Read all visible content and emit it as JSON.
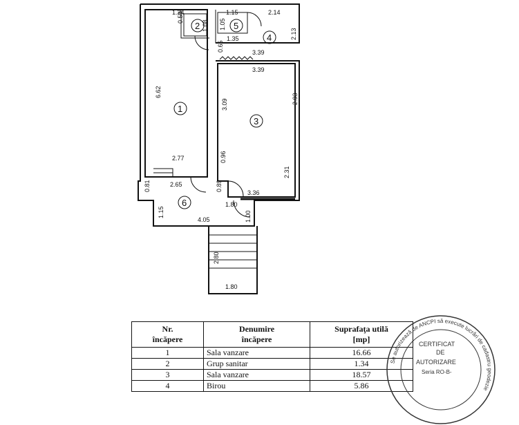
{
  "rooms_plan": [
    {
      "id": "room-1",
      "label": "1"
    },
    {
      "id": "room-2",
      "label": "2"
    },
    {
      "id": "room-3",
      "label": "3"
    },
    {
      "id": "room-4",
      "label": "4"
    },
    {
      "id": "room-5",
      "label": "5"
    },
    {
      "id": "room-6",
      "label": "6"
    }
  ],
  "dimensions": {
    "d_124": "1.24",
    "d_058": "0.58",
    "d_108": "1.08",
    "d_115": "1.15",
    "d_105": "1.05",
    "d_214": "2.14",
    "d_213": "2.13",
    "d_135": "1.35",
    "d_065": "0.65",
    "d_339a": "3.39",
    "d_339b": "3.39",
    "d_662": "6.62",
    "d_309": "3.09",
    "d_293": "2.93",
    "d_277": "2.77",
    "d_096": "0.96",
    "d_231": "2.31",
    "d_081": "0.81",
    "d_265": "2.65",
    "d_089": "0.89",
    "d_336": "3.36",
    "d_180a": "1.80",
    "d_100": "1.00",
    "d_115b": "1.15",
    "d_405": "4.05",
    "d_280": "2.80",
    "d_180b": "1.80"
  },
  "table": {
    "headers": [
      [
        "Nr.",
        "încăpere"
      ],
      [
        "Denumire",
        "încăpere"
      ],
      [
        "Suprafaţa utilă",
        "[mp]"
      ]
    ],
    "rows": [
      {
        "nr": "1",
        "name": "Sala vanzare",
        "area": "16.66"
      },
      {
        "nr": "2",
        "name": "Grup sanitar",
        "area": "1.34"
      },
      {
        "nr": "3",
        "name": "Sala vanzare",
        "area": "18.57"
      },
      {
        "nr": "4",
        "name": "Birou",
        "area": "5.86"
      }
    ]
  },
  "stamp": {
    "ring_text": "Se autorizează de ANCPI să execute lucrări de cadastru geodezie",
    "line1": "CERTIFICAT",
    "line2": "DE",
    "line3": "AUTORIZARE",
    "series": "Seria RO-B-"
  }
}
